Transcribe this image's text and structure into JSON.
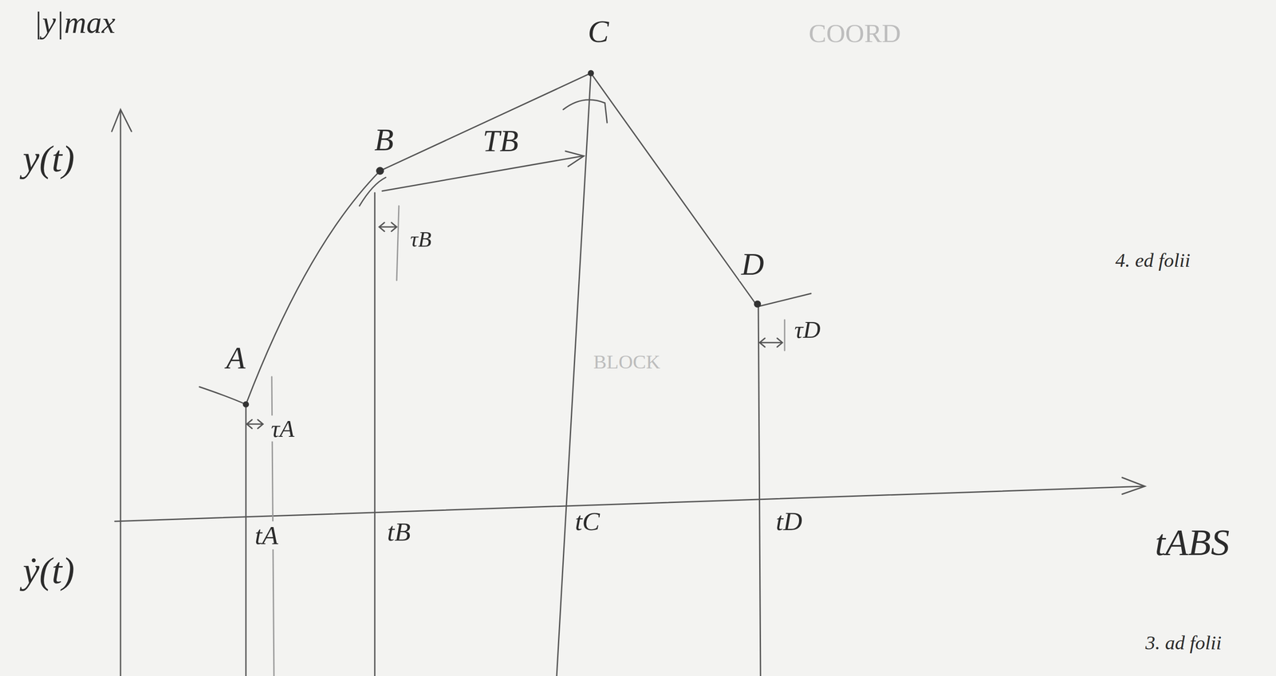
{
  "diagram": {
    "labels": [
      "|y|max",
      "y(t)",
      "A",
      "τA",
      "B",
      "τB",
      "TB",
      "C",
      "D",
      "τD",
      "tA",
      "tB",
      "tC",
      "tD",
      "tABS",
      "ẏ(t)",
      "4. ed folii",
      "3. ad folii",
      "COORD",
      "BLOCK"
    ]
  }
}
